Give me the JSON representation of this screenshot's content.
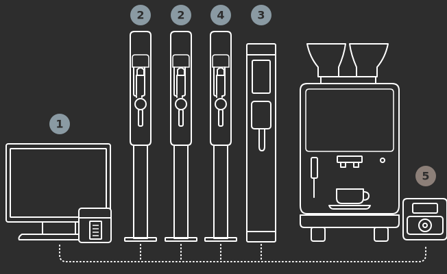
{
  "colors": {
    "background": "#2d2d2d",
    "line": "#ffffff",
    "badge_fill": "#8a9aa3",
    "badge_fill_alt": "#8c7f78",
    "badge_text": "#2d2d2d"
  },
  "badges": {
    "monitor": "1",
    "tap_1": "2",
    "tap_2": "2",
    "tap_3": "4",
    "dispenser": "3",
    "control_unit": "5"
  },
  "icons": {
    "monitor": "monitor-icon",
    "printer": "receipt-printer-icon",
    "tap": "beer-tap-tower-icon",
    "dispenser": "hot-water-dispenser-icon",
    "coffee_machine": "coffee-machine-icon",
    "control_unit": "control-unit-icon",
    "network": "dotted-connection-line"
  }
}
